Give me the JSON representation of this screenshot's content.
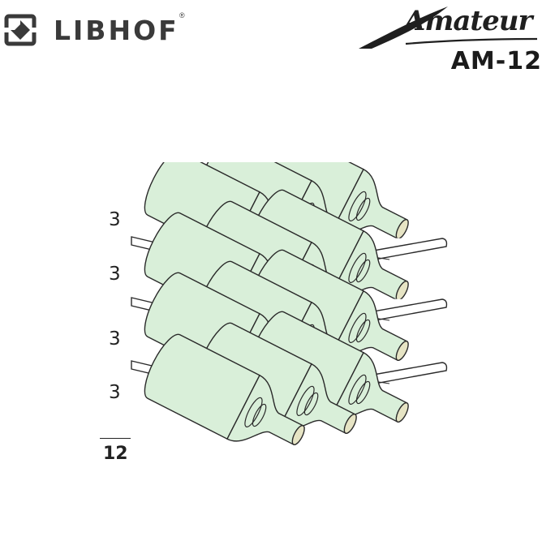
{
  "header": {
    "brand_name": "LIBHOF",
    "brand_registered_mark": "®",
    "brand_icon": "libhof-diamond-logo-icon",
    "series_name": "Amateur",
    "model": "AM-12"
  },
  "capacity": {
    "shelves": [
      {
        "bottles": "3"
      },
      {
        "bottles": "3"
      },
      {
        "bottles": "3"
      },
      {
        "bottles": "3"
      }
    ],
    "total": "12"
  },
  "colors": {
    "bottle_body": "#d9efd9",
    "bottle_cork": "#e6e4c4",
    "shelf_fill": "#ffffff",
    "outline": "#2a2a2a",
    "text": "#222222"
  }
}
